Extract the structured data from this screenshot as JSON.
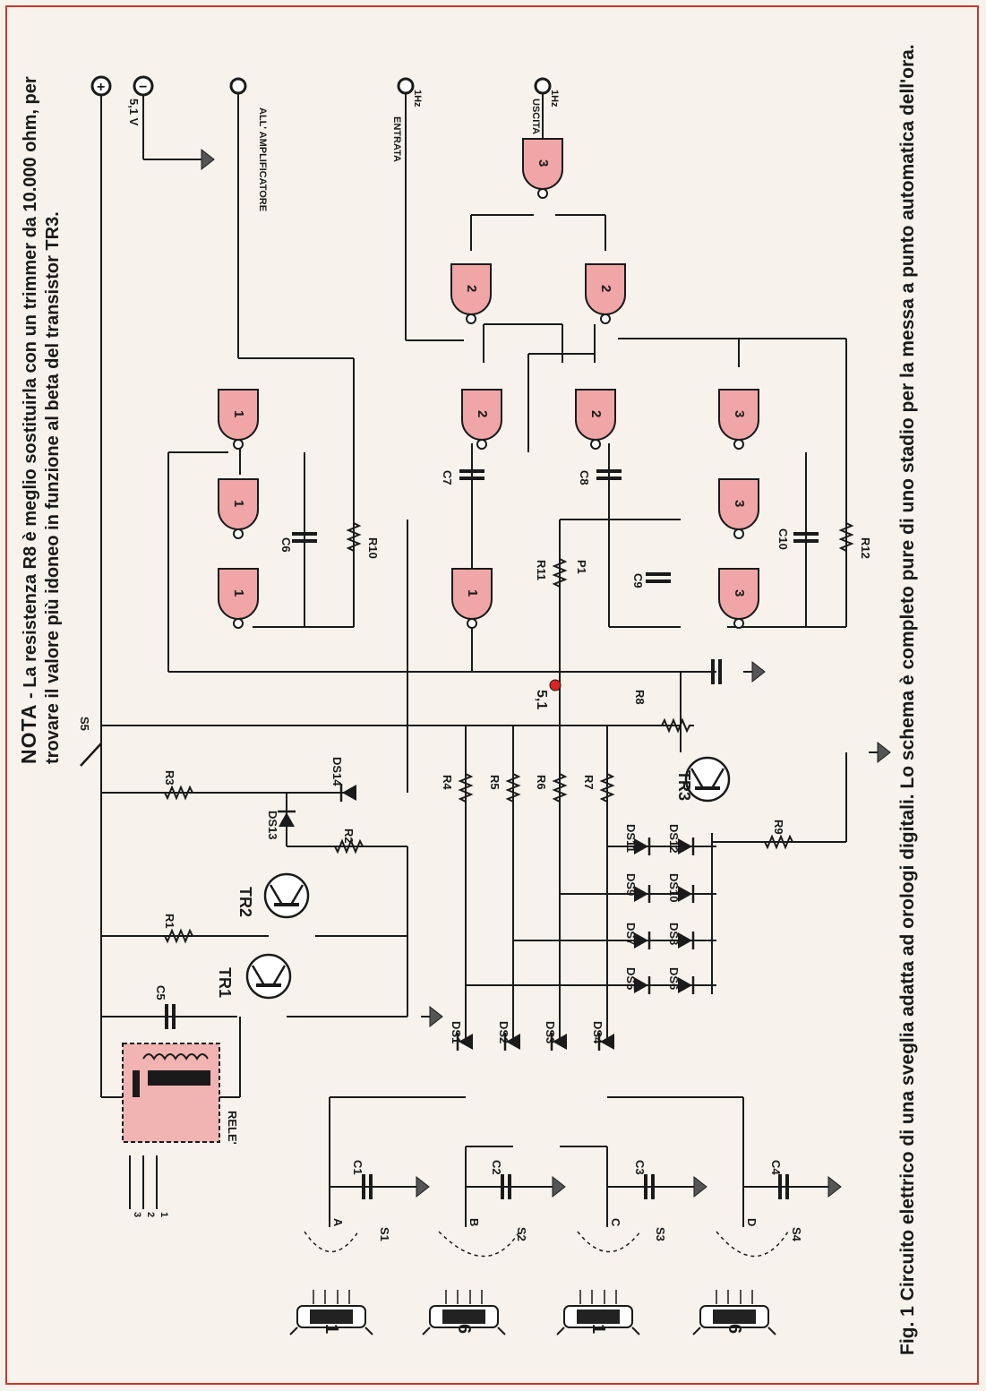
{
  "labels": {
    "supply": "5,1 V",
    "plus": "+",
    "minus": "−",
    "amplifier": "ALL' AMPLIFICATORE",
    "input": "ENTRATA",
    "output": "USCITA",
    "freq_in": "1Hz",
    "freq_out": "1Hz",
    "tp": "5,1",
    "relay": "RELE'",
    "relay_pins": [
      "3",
      "2",
      "1"
    ],
    "gates": [
      "1",
      "1",
      "1",
      "1",
      "2",
      "2",
      "2",
      "2",
      "3",
      "3",
      "3",
      "3"
    ],
    "transistors": [
      "TR1",
      "TR2",
      "TR3"
    ],
    "switch": "S5",
    "resistors": [
      "R1",
      "R2",
      "R3",
      "R4",
      "R5",
      "R6",
      "R7",
      "R8",
      "R9",
      "R10",
      "R11",
      "R12"
    ],
    "capacitors": [
      "C1",
      "C2",
      "C3",
      "C4",
      "C5",
      "C6",
      "C7",
      "C8",
      "C9",
      "C10"
    ],
    "diodes": [
      "DS1",
      "DS2",
      "DS3",
      "DS4",
      "DS5",
      "DS6",
      "DS7",
      "DS8",
      "DS9",
      "DS10",
      "DS11",
      "DS12",
      "DS13",
      "DS14"
    ],
    "selectors": [
      "S1",
      "S2",
      "S3",
      "S4"
    ],
    "selector_letters": [
      "A",
      "B",
      "C",
      "D"
    ],
    "button": "P1",
    "tube_digits": [
      "1",
      "6",
      "1",
      "6"
    ]
  },
  "nota": {
    "key": "NOTA",
    "text": "- La resistenza R8 è meglio sostituirla con un trimmer da 10.000 ohm, per trovare il valore più idoneo in funzione al beta del transistor TR3."
  },
  "caption": {
    "fig": "Fig. 1",
    "text": "Circuito elettrico di una sveglia adatta ad orologi digitali. Lo schema è completo pure di uno stadio per la messa a punto automatica dell'ora."
  },
  "colors": {
    "gate_fill": "#f0a6a6",
    "relay_fill": "#f2b3b3",
    "frame": "#c9372c",
    "ink": "#1a1a1a"
  }
}
